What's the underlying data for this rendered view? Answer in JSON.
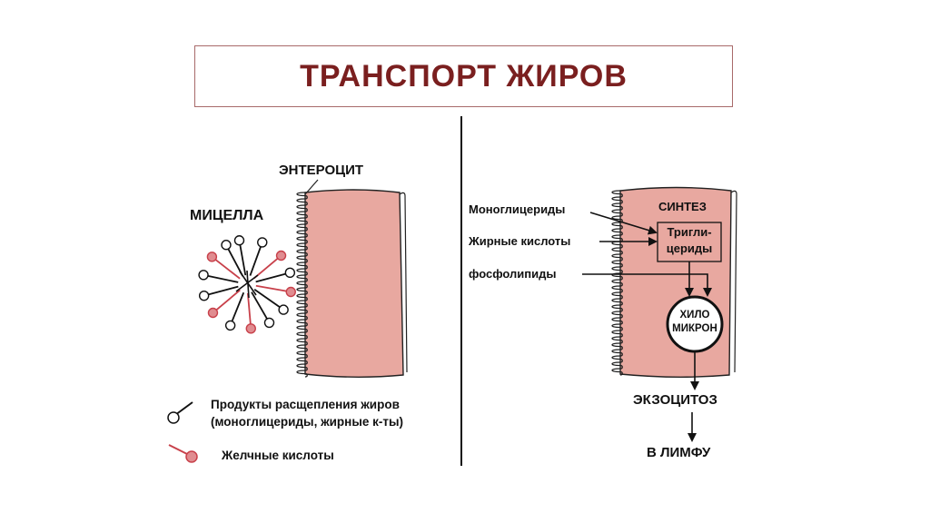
{
  "title": "ТРАНСПОРТ ЖИРОВ",
  "left": {
    "enterocyte_label": "ЭНТЕРОЦИТ",
    "micelle_label": "МИЦЕЛЛА",
    "legend": {
      "products_line1": "Продукты расщепления жиров",
      "products_line2": "(моноглицериды, жирные к-ты)",
      "bile_acids": "Желчные кислоты"
    }
  },
  "right": {
    "monoglycerides": "Моноглицериды",
    "fatty_acids": "Жирные кислоты",
    "phospholipids": "фосфолипиды",
    "synthesis": "СИНТЕЗ",
    "triglycerides_line1": "Тригли-",
    "triglycerides_line2": "цериды",
    "chylomicron_line1": "ХИЛО",
    "chylomicron_line2": "МИКРОН",
    "exocytosis": "ЭКЗОЦИТОЗ",
    "to_lymph": "В ЛИМФУ"
  },
  "colors": {
    "cell_fill": "#e8a8a0",
    "bile_acid": "#c8404a",
    "title": "#7a1f1f"
  }
}
